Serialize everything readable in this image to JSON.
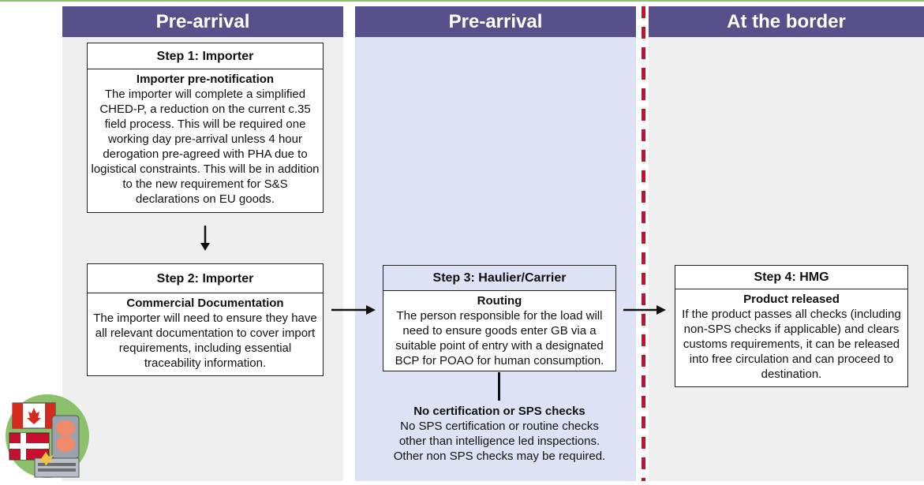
{
  "columns": [
    {
      "header": "Pre-arrival"
    },
    {
      "header": "Pre-arrival"
    },
    {
      "header": "At the border"
    }
  ],
  "step1": {
    "title": "Step 1: Importer",
    "subtitle": "Importer pre-notification",
    "body": "The importer will complete a simplified CHED-P, a reduction on the current c.35 field process. This will be required one working day pre-arrival unless 4 hour derogation pre-agreed with PHA due to logistical constraints. This will be in addition to the new requirement for S&S declarations on EU goods."
  },
  "step2": {
    "title": "Step 2: Importer",
    "subtitle": "Commercial Documentation",
    "body": "The importer will need to ensure they have all relevant documentation to cover import requirements, including essential traceability information."
  },
  "step3": {
    "title": "Step 3: Haulier/Carrier",
    "subtitle": "Routing",
    "body": "The person responsible for the load will need to ensure goods enter GB via a suitable point of entry with a designated BCP for POAO for human consumption."
  },
  "step4": {
    "title": "Step 4: HMG",
    "subtitle": "Product released",
    "body": "If the product passes all checks (including non-SPS checks if applicable) and clears customs requirements, it can be released into free circulation and can proceed to destination."
  },
  "no_checks": {
    "title": "No certification or SPS checks",
    "body": "No SPS certification or routine checks other than intelligence led inspections. Other non SPS checks may be required."
  },
  "colors": {
    "header": "#58508a",
    "col_grey": "#efefef",
    "col_blue": "#dde2f4",
    "border_line": "#c8102e",
    "top_line": "#8dc06a"
  },
  "icons": [
    "canada-flag-icon",
    "denmark-flag-icon",
    "salmon-product-icon",
    "fish-can-icon"
  ]
}
